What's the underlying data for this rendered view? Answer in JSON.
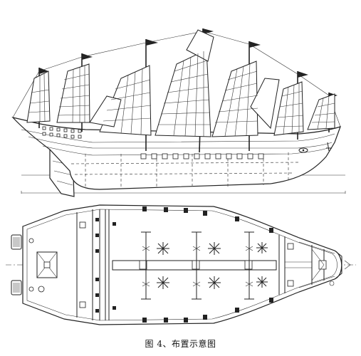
{
  "caption": "图 4、布置示意图",
  "figure": {
    "views": [
      "side-elevation",
      "deck-plan"
    ],
    "colors": {
      "line": "#222222",
      "background": "#ffffff"
    },
    "mast_count": 9
  }
}
